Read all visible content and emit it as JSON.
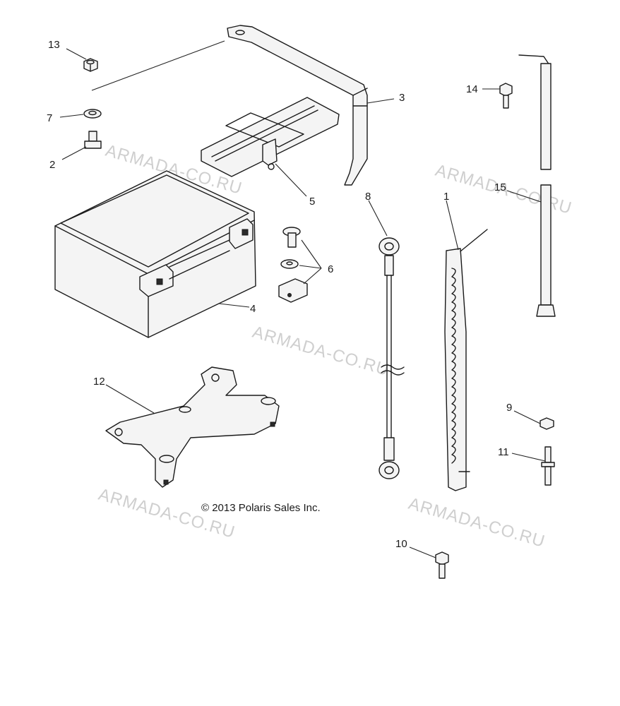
{
  "copyright": "© 2013 Polaris Sales Inc.",
  "watermark": "ARMADA-CO.RU",
  "callouts": [
    "13",
    "7",
    "2",
    "3",
    "5",
    "4",
    "6",
    "8",
    "1",
    "14",
    "15",
    "9",
    "11",
    "12",
    "10"
  ]
}
